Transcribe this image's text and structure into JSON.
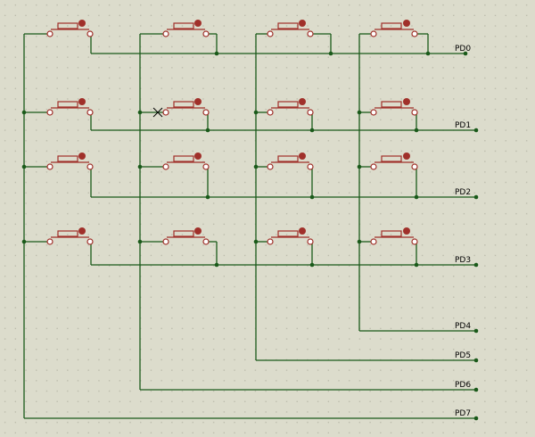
{
  "schematic": {
    "grid_dot_color": "#b8b8a8",
    "background_color": "#dcdccc",
    "wire_color": "#1a5a1a",
    "switch_color": "#a0302a",
    "labels": [
      "PD0",
      "PD1",
      "PD2",
      "PD3",
      "PD4",
      "PD5",
      "PD6",
      "PD7"
    ],
    "buttons": [
      [
        "push-button",
        "push-button",
        "push-button",
        "push-button"
      ],
      [
        "push-button",
        "push-button-marked-x",
        "push-button",
        "push-button"
      ],
      [
        "push-button",
        "push-button",
        "push-button",
        "push-button"
      ],
      [
        "push-button",
        "push-button",
        "push-button",
        "push-button"
      ]
    ]
  }
}
